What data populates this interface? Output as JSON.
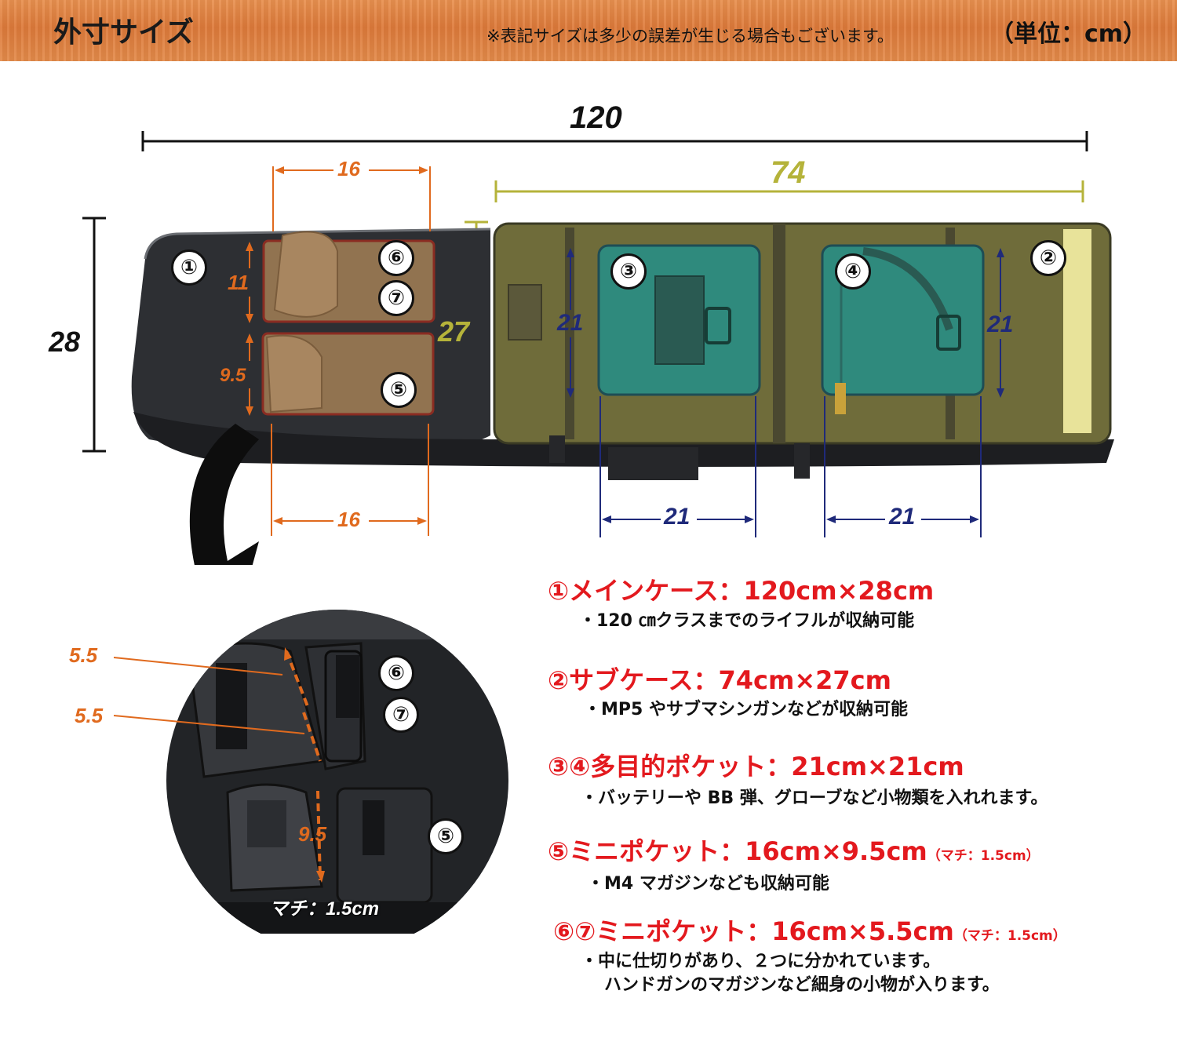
{
  "header": {
    "title": "外寸サイズ",
    "note": "※表記サイズは多少の誤差が生じる場合もございます。",
    "unit": "（単位：cm）"
  },
  "dimensions": {
    "total_length": "120",
    "sub_length": "74",
    "height": "28",
    "sub_height": "27",
    "pocket_top_width": "16",
    "pocket_bottom_width": "16",
    "pocket67_height": "11",
    "pocket5_height": "9.5",
    "pocket3_height": "21",
    "pocket4_height": "21",
    "pocket3_width": "21",
    "pocket4_width": "21"
  },
  "markers": {
    "m1": "①",
    "m2": "②",
    "m3": "③",
    "m4": "④",
    "m5": "⑤",
    "m6": "⑥",
    "m7": "⑦"
  },
  "detail": {
    "a": "5.5",
    "b": "5.5",
    "c": "9.5",
    "gusset": "マチ：1.5cm"
  },
  "specs": [
    {
      "title": "①メインケース：120cm×28cm",
      "desc": "・120 ㎝クラスまでのライフルが収納可能"
    },
    {
      "title": "②サブケース：74cm×27cm",
      "desc": "・MP5 やサブマシンガンなどが収納可能"
    },
    {
      "title": "③④多目的ポケット：21cm×21cm",
      "desc": "・バッテリーや BB 弾、グローブなど小物類を入れれます。"
    },
    {
      "title": "⑤ミニポケット：16cm×9.5cm",
      "sub": "（マチ：1.5cm）",
      "desc": "・M4 マガジンなども収納可能"
    },
    {
      "title": "⑥⑦ミニポケット：16cm×5.5cm",
      "sub": "（マチ：1.5cm）",
      "desc": "・中に仕切りがあり、２つに分かれています。",
      "desc2": "ハンドガンのマガジンなど細身の小物が入ります。"
    }
  ],
  "colors": {
    "red": "#e3191e",
    "orange": "#e06a1e",
    "olive": "#b5b33a",
    "navy": "#1f2a7a"
  }
}
